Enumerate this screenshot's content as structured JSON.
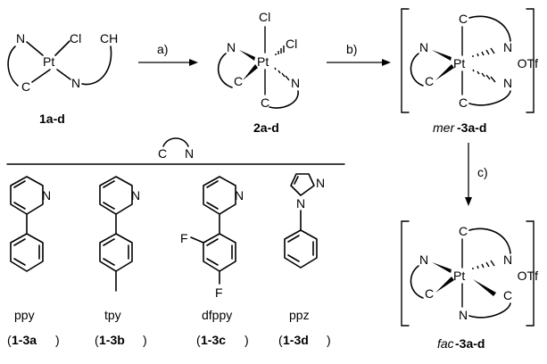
{
  "reaction": {
    "steps": [
      "a)",
      "b)",
      "c)"
    ],
    "counterion": "OTf",
    "compounds": {
      "c1": "1a-d",
      "c2": "2a-d",
      "c3_prefix": "mer",
      "c3_suffix": "-3a-d",
      "c4_prefix": "fac",
      "c4_suffix": "-3a-d"
    },
    "atoms": {
      "pt": "Pt",
      "cl": "Cl",
      "n": "N",
      "c": "C",
      "ch": "CH",
      "f": "F"
    }
  },
  "ligands": {
    "header_c": "C",
    "header_n": "N",
    "items": [
      {
        "name": "ppy",
        "open": "(",
        "id": "1-3a",
        "close": ")"
      },
      {
        "name": "tpy",
        "open": "(",
        "id": "1-3b",
        "close": ")"
      },
      {
        "name": "dfppy",
        "open": "(",
        "id": "1-3c",
        "close": ")"
      },
      {
        "name": "ppz",
        "open": "(",
        "id": "1-3d",
        "close": ")"
      }
    ]
  }
}
